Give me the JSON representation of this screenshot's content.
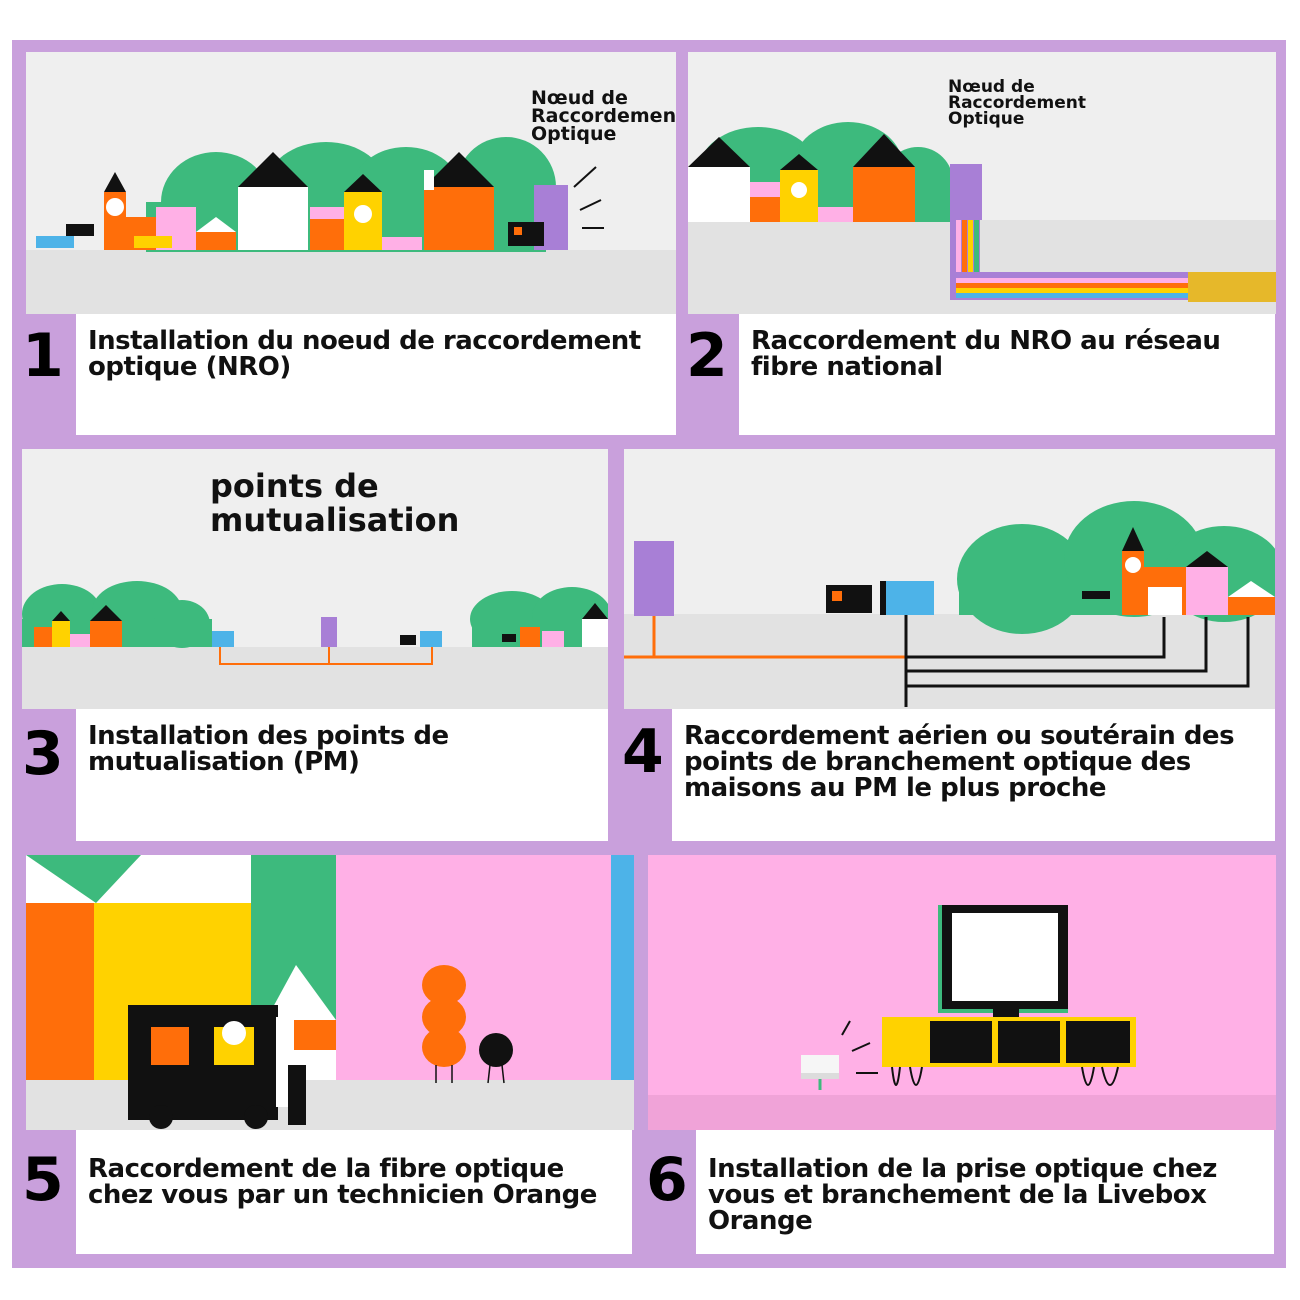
{
  "steps": [
    {
      "number": "1",
      "caption": "Installation du noeud de raccordement optique (NRO)",
      "scene_label": [
        "Nœud de",
        "Raccordement",
        "Optique"
      ]
    },
    {
      "number": "2",
      "caption": "Raccordement du NRO au réseau fibre national",
      "scene_label": [
        "Nœud de",
        "Raccordement",
        "Optique"
      ]
    },
    {
      "number": "3",
      "caption": "Installation des points de mutualisation (PM)",
      "scene_label": [
        "points de",
        "mutualisation"
      ]
    },
    {
      "number": "4",
      "caption": "Raccordement aérien ou soutérain des points de branchement optique des maisons au PM le plus proche"
    },
    {
      "number": "5",
      "caption": "Raccordement de la fibre optique chez vous par un technicien Orange"
    },
    {
      "number": "6",
      "caption": "Installation de la prise optique chez vous et branchement de la Livebox Orange"
    }
  ],
  "colors": {
    "frame": "#c9a0dc",
    "green": "#3dba7d",
    "orange": "#ff6e0a",
    "yellow": "#ffd200",
    "pink": "#ffb0e6",
    "purple": "#a87fd6",
    "blue": "#4db3e8",
    "black": "#111111"
  }
}
